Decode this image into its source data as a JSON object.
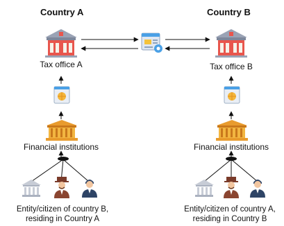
{
  "header": {
    "country_a": "Country A",
    "country_b": "Country B"
  },
  "left": {
    "tax_office": "Tax office A",
    "financial": "Financial institutions",
    "caption_line1": "Entity/citizen of country B,",
    "caption_line2": "residing in Country A"
  },
  "right": {
    "tax_office": "Tax office B",
    "financial": "Financial institutions",
    "caption_line1": "Entity/citizen of country A,",
    "caption_line2": "residing in Country B"
  },
  "colors": {
    "building_roof": "#9aa3b5",
    "building_body": "#e8564d",
    "gold": "#e89b2e",
    "doc_blue": "#4aa0e6",
    "suit_navy": "#2e4466",
    "hat_brown": "#7a3b2a"
  },
  "icons": [
    "tax-office-icon",
    "document-exchange-icon",
    "report-document-icon",
    "bank-building-icon",
    "government-building-icon",
    "businessman-icon",
    "person-icon"
  ]
}
